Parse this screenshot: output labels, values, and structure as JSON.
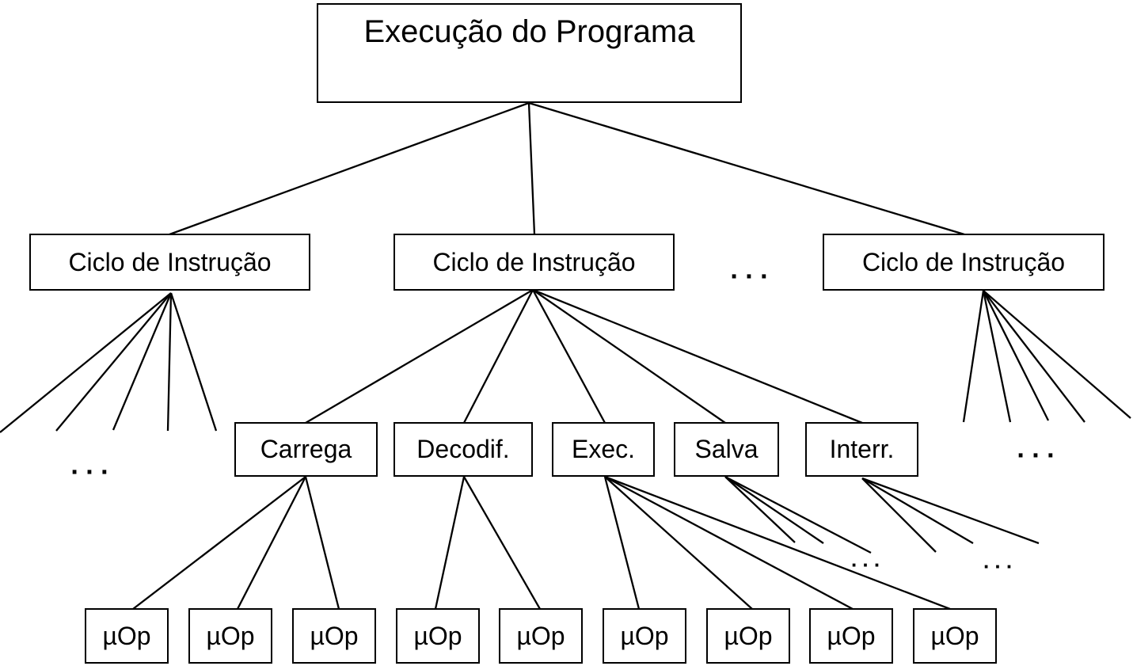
{
  "diagram": {
    "root": {
      "label": "Execução do Programa"
    },
    "cycles": [
      {
        "label": "Ciclo de Instrução"
      },
      {
        "label": "Ciclo de Instrução"
      },
      {
        "label": "Ciclo de Instrução"
      }
    ],
    "phases": [
      {
        "label": "Carrega"
      },
      {
        "label": "Decodif."
      },
      {
        "label": "Exec."
      },
      {
        "label": "Salva"
      },
      {
        "label": "Interr."
      }
    ],
    "uops": [
      {
        "label": "µOp"
      },
      {
        "label": "µOp"
      },
      {
        "label": "µOp"
      },
      {
        "label": "µOp"
      },
      {
        "label": "µOp"
      },
      {
        "label": "µOp"
      },
      {
        "label": "µOp"
      },
      {
        "label": "µOp"
      },
      {
        "label": "µOp"
      }
    ],
    "ellipses": {
      "between_cycles": ". . .",
      "left_subtree": ". . .",
      "right_subtree": ". . .",
      "salva_subtree": ". . .",
      "interr_subtree": ". . ."
    },
    "colors": {
      "line": "#000000",
      "box_fill": "#ffffff",
      "text": "#000000"
    }
  }
}
